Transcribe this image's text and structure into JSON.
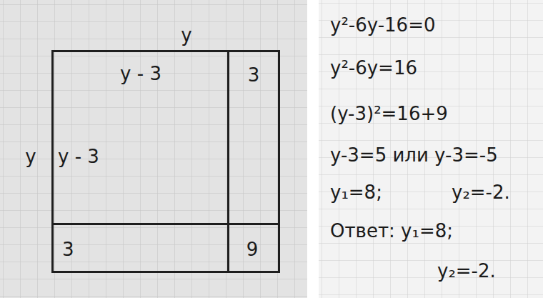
{
  "diagram": {
    "nodes": [
      {
        "text": [
          "y",
          "y"
        ]
      },
      {
        "text": [
          "y - 3",
          "y - 3"
        ],
        "in": 0
      },
      {
        "text": [
          "3"
        ],
        "in": 0
      },
      {
        "text": [
          "3"
        ],
        "in": 0
      },
      {
        "text": [
          "9"
        ],
        "in": 0
      }
    ],
    "labels": [
      "y²-6y-16=0",
      "y²-6y=16",
      "(y-3)²=16+9",
      "y-3=5 или y-3=-5",
      "y₁=8;",
      "y₂=-2.",
      "Ответ: y₁=8;",
      "y₂=-2."
    ]
  }
}
